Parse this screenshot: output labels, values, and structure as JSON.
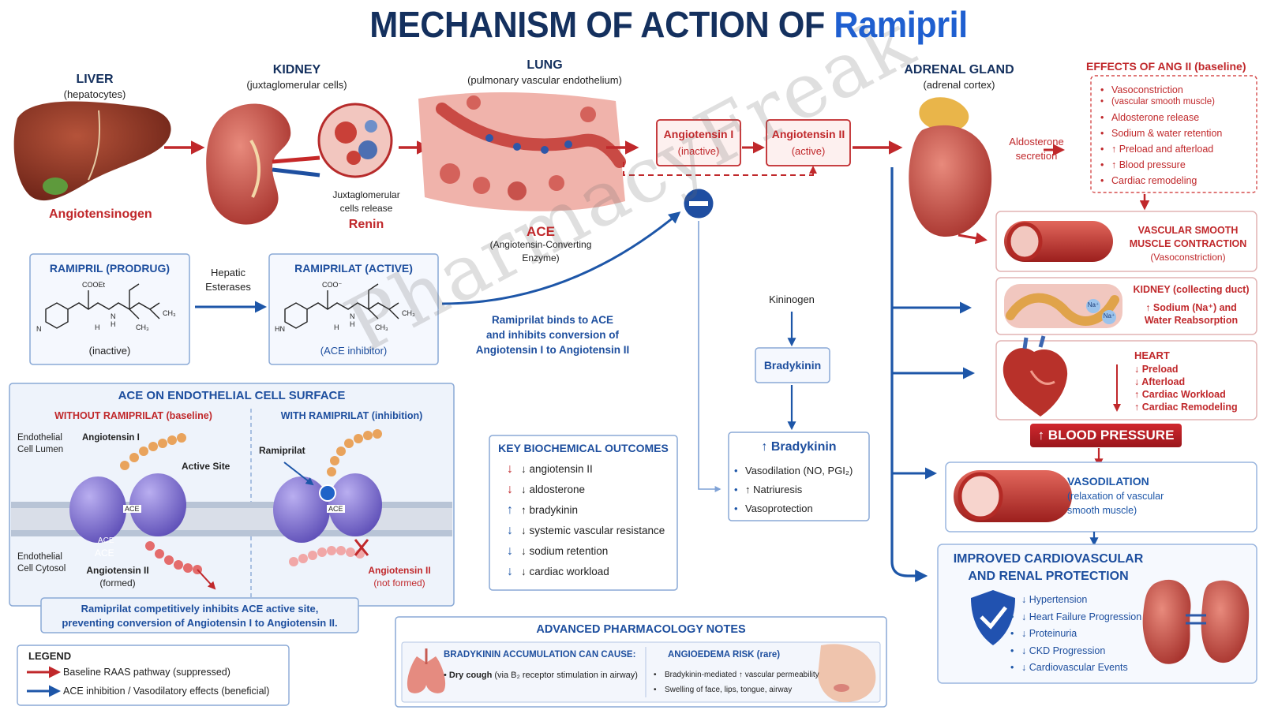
{
  "header": {
    "title_prefix": "MECHANISM OF ACTION OF",
    "title_drug": "Ramipril"
  },
  "liver": {
    "name": "LIVER",
    "sub": "(hepatocytes)",
    "product": "Angiotensinogen"
  },
  "kidney_top": {
    "name": "KIDNEY",
    "sub": "(juxtaglomerular cells)",
    "caption1": "Juxtaglomerular",
    "caption2": "cells release",
    "product": "Renin"
  },
  "lung": {
    "name": "LUNG",
    "sub": "(pulmonary vascular endothelium)",
    "enzyme": "ACE",
    "enzyme_sub1": "(Angiotensin-Converting",
    "enzyme_sub2": "Enzyme)"
  },
  "ang1": {
    "label": "Angiotensin I",
    "state": "(inactive)"
  },
  "ang2": {
    "label": "Angiotensin II",
    "state": "(active)"
  },
  "adrenal": {
    "name": "ADRENAL GLAND",
    "sub": "(adrenal cortex)",
    "secretion1": "Aldosterone",
    "secretion2": "secretion"
  },
  "effects": {
    "title": "EFFECTS OF ANG II (baseline)",
    "items": [
      "Vasoconstriction",
      "(vascular smooth muscle)",
      "Aldosterone release",
      "Sodium & water retention",
      "↑ Preload and afterload",
      "↑ Blood pressure",
      "Cardiac remodeling"
    ]
  },
  "vsmc": {
    "line1": "VASCULAR SMOOTH",
    "line2": "MUSCLE CONTRACTION",
    "line3": "(Vasoconstriction)"
  },
  "kidney_duct": {
    "title": "KIDNEY (collecting duct)",
    "line1": "↑ Sodium (Na⁺) and",
    "line2": "Water Reabsorption",
    "ion1": "Na⁺",
    "ion2": "Na⁺"
  },
  "heart": {
    "title": "HEART",
    "items": [
      "↓ Preload",
      "↓ Afterload",
      "↑ Cardiac Workload",
      "↑ Cardiac Remodeling"
    ]
  },
  "bp_banner": "↑ BLOOD PRESSURE",
  "vasodilation": {
    "title": "VASODILATION",
    "sub1": "(relaxation of vascular",
    "sub2": "smooth muscle)"
  },
  "protection": {
    "title1": "IMPROVED CARDIOVASCULAR",
    "title2": "AND RENAL PROTECTION",
    "items": [
      "↓ Hypertension",
      "↓ Heart Failure Progression",
      "↓ Proteinuria",
      "↓ CKD Progression",
      "↓ Cardiovascular Events"
    ]
  },
  "prodrug": {
    "title": "RAMIPRIL (PRODRUG)",
    "state": "(inactive)",
    "g1": "COOEt",
    "g2": "N",
    "g3": "H",
    "g4": "N",
    "g5": "H",
    "g6": "CH₃",
    "g7": "CH₃"
  },
  "esterase": {
    "line1": "Hepatic",
    "line2": "Esterases"
  },
  "active": {
    "title": "RAMIPRILAT (ACTIVE)",
    "state": "(ACE inhibitor)",
    "g1": "COO⁻",
    "g2": "HN",
    "g3": "H",
    "g4": "N",
    "g5": "H",
    "g6": "CH₃",
    "g7": "CH₃"
  },
  "binding": {
    "line1": "Ramiprilat binds to ACE",
    "line2": "and inhibits conversion of",
    "line3": "Angiotensin I to Angiotensin II"
  },
  "kinin": {
    "kininogen": "Kininogen",
    "bradykinin": "Bradykinin"
  },
  "brady_effects": {
    "title": "↑ Bradykinin",
    "items": [
      "Vasodilation (NO, PGI₂)",
      "↑ Natriuresis",
      "Vasoprotection"
    ]
  },
  "outcomes": {
    "title": "KEY BIOCHEMICAL OUTCOMES",
    "items": [
      {
        "text": "↓ angiotensin II",
        "color": "#c0282b",
        "dir": "down"
      },
      {
        "text": "↓ aldosterone",
        "color": "#c0282b",
        "dir": "down"
      },
      {
        "text": "↑ bradykinin",
        "color": "#1d56a8",
        "dir": "up"
      },
      {
        "text": "↓ systemic vascular resistance",
        "color": "#1d56a8",
        "dir": "down"
      },
      {
        "text": "↓ sodium retention",
        "color": "#1d56a8",
        "dir": "down"
      },
      {
        "text": "↓ cardiac workload",
        "color": "#1d56a8",
        "dir": "down"
      }
    ]
  },
  "endothelial": {
    "title": "ACE ON ENDOTHELIAL CELL SURFACE",
    "left_heading": "WITHOUT RAMIPRILAT (baseline)",
    "right_heading": "WITH RAMIPRILAT (inhibition)",
    "lumen1": "Endothelial",
    "lumen2": "Cell Lumen",
    "cytosol1": "Endothelial",
    "cytosol2": "Cell Cytosol",
    "ang1_label": "Angiotensin I",
    "active_site": "Active Site",
    "ace_tag": "ACE",
    "ace_small1": "ACE",
    "ace_small2": "ACE",
    "ang2_label": "Angiotensin II",
    "ang2_state": "(formed)",
    "ramiprilat": "Ramiprilat",
    "ace_tag2": "ACE",
    "ang2_not_label": "Angiotensin II",
    "ang2_not_state": "(not formed)",
    "caption1": "Ramiprilat competitively inhibits ACE active site,",
    "caption2": "preventing conversion of Angiotensin I to Angiotensin II."
  },
  "legend": {
    "title": "LEGEND",
    "red": "Baseline RAAS pathway (suppressed)",
    "blue": "ACE inhibition / Vasodilatory effects (beneficial)"
  },
  "notes": {
    "title": "ADVANCED PHARMACOLOGY NOTES",
    "left_title": "BRADYKININ ACCUMULATION CAN CAUSE:",
    "left_bold": "Dry cough",
    "left_rest": " (via B₂ receptor stimulation in airway)",
    "right_title": "ANGIOEDEMA RISK (rare)",
    "right_items": [
      "Bradykinin-mediated ↑ vascular permeability",
      "Swelling of face, lips, tongue, airway"
    ]
  },
  "watermark": "PharmacyFreak",
  "colors": {
    "navy": "#14305e",
    "red": "#c0282b",
    "blue": "#1d56a8",
    "title_blue": "#1f5fd0",
    "banner": "#b81f26"
  }
}
